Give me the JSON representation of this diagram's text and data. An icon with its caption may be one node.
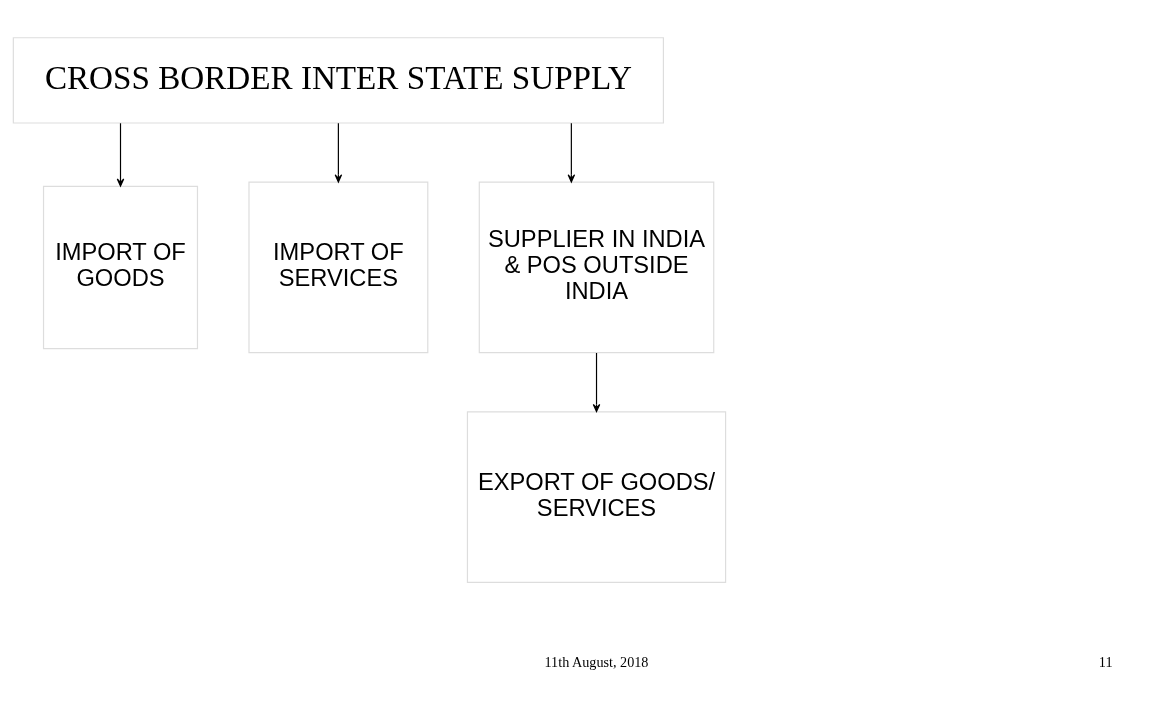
{
  "diagram": {
    "nodes": [
      {
        "text": [
          "CROSS BORDER INTER STATE SUPPLY"
        ]
      },
      {
        "text": [
          "IMPORT OF GOODS"
        ]
      },
      {
        "text": [
          "IMPORT OF SERVICES"
        ]
      },
      {
        "text": [
          "SUPPLIER IN INDIA & POS OUTSIDE INDIA"
        ]
      },
      {
        "text": [
          "EXPORT OF GOODS/ SERVICES"
        ]
      }
    ],
    "edges": [
      {
        "from": 0,
        "to": 1,
        "arrow": "to"
      },
      {
        "from": 0,
        "to": 2,
        "arrow": "to"
      },
      {
        "from": 0,
        "to": 3,
        "arrow": "to"
      },
      {
        "from": 3,
        "to": 4,
        "arrow": "to"
      }
    ],
    "labels": [
      "11th August, 2018",
      "11"
    ]
  }
}
